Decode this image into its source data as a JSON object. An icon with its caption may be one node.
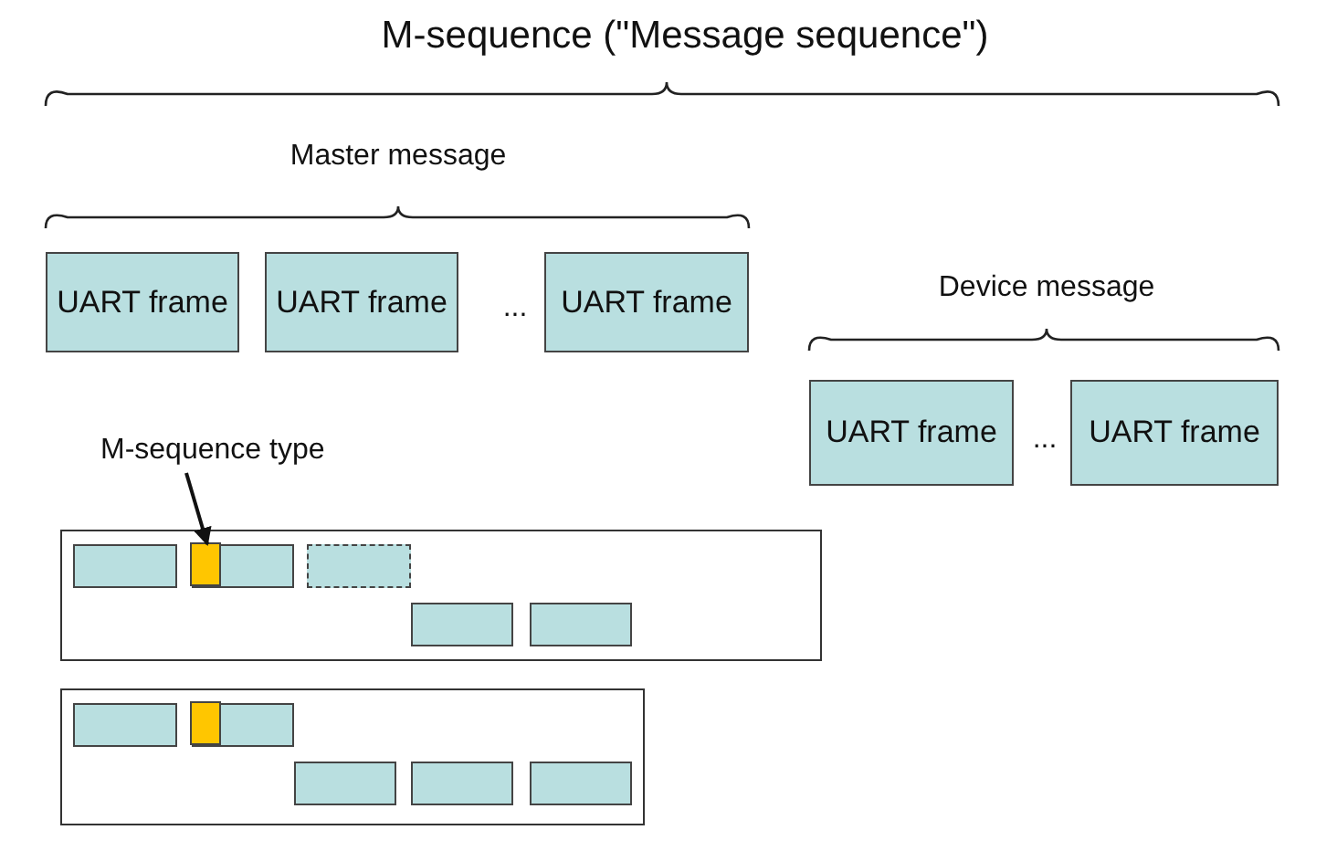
{
  "diagram": {
    "title": "M-sequence (\"Message sequence\")",
    "nodes": [
      {
        "text": [
          "M-sequence type"
        ]
      },
      {
        "text": [
          "UART frame"
        ]
      },
      {
        "text": [
          "UART frame"
        ]
      },
      {
        "text": [
          "UART frame"
        ]
      },
      {
        "text": [
          "UART frame"
        ]
      },
      {
        "text": [
          "UART frame"
        ]
      },
      {
        "text": [],
        "shape": "box"
      },
      {
        "text": [],
        "shape": "box",
        "in": 6
      },
      {
        "text": [],
        "shape": "box",
        "in": 6
      },
      {
        "text": [],
        "shape": "bar",
        "in": 8
      },
      {
        "text": [],
        "shape": "box",
        "in": 6
      },
      {
        "text": [],
        "shape": "box",
        "in": 6
      },
      {
        "text": [],
        "shape": "box",
        "in": 6
      },
      {
        "text": [],
        "shape": "box"
      },
      {
        "text": [],
        "shape": "box",
        "in": 13
      },
      {
        "text": [],
        "shape": "box",
        "in": 13
      },
      {
        "text": [],
        "shape": "bar",
        "in": 15
      },
      {
        "text": [],
        "shape": "box",
        "in": 13
      },
      {
        "text": [],
        "shape": "box",
        "in": 13
      },
      {
        "text": [],
        "shape": "box",
        "in": 13
      }
    ],
    "edges": [
      {
        "from": 0,
        "to": 9,
        "arrow": "to"
      }
    ],
    "labels": [
      "Master message",
      "...",
      "Device message",
      "..."
    ]
  }
}
